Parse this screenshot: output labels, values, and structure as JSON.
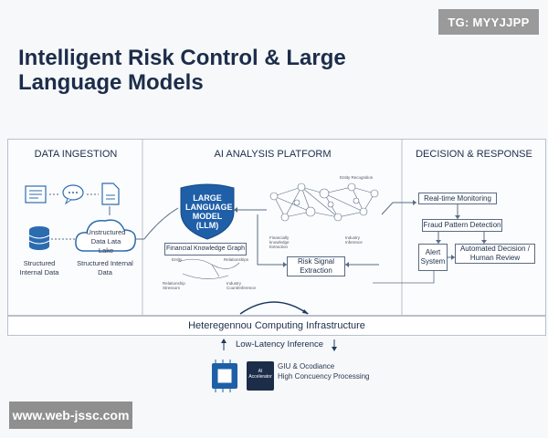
{
  "watermark_top": "TG: MYYJJPP",
  "watermark_bottom": "www.web-jssc.com",
  "title": "Intelligent Risk Control & Large Language Models",
  "panels": {
    "ingestion": "DATA INGESTION",
    "analysis": "AI ANALYSIS PLATFORM",
    "decision": "DECISION & RESPONSE"
  },
  "ingestion": {
    "cloud_label": "Unstructured Data Lata Lake",
    "db_label": "Structured Internal Data",
    "cloud_caption": "Structured Internal Data"
  },
  "analysis": {
    "llm": "LARGE LANGUAGE MODEL (LLM)",
    "kg_title": "Financial Knowledge Graph",
    "kg_nodes": [
      "Entity",
      "Relationships",
      "Relationship Stressors",
      "Industry Count/Inference"
    ],
    "net_labels": [
      "Entity Recognition",
      "Financially knowledge Extraction",
      "Industry Inference"
    ],
    "risk_signal": "Risk Signal Extraction"
  },
  "decision": {
    "monitoring": "Real-time Monitoring",
    "fraud": "Fraud Pattern Detection",
    "alert": "Alert System",
    "automated": "Automated Decision / Human Review"
  },
  "infrastructure": {
    "label": "Heteregennou Computing Infrastructure",
    "latency": "Low-Latency Inference",
    "chip_label": "AI Accelerator",
    "processing_1": "GIU & Ocodiance",
    "processing_2": "High Concuency Processing"
  },
  "colors": {
    "accent": "#2b6cb0",
    "line": "#5a6b85"
  }
}
